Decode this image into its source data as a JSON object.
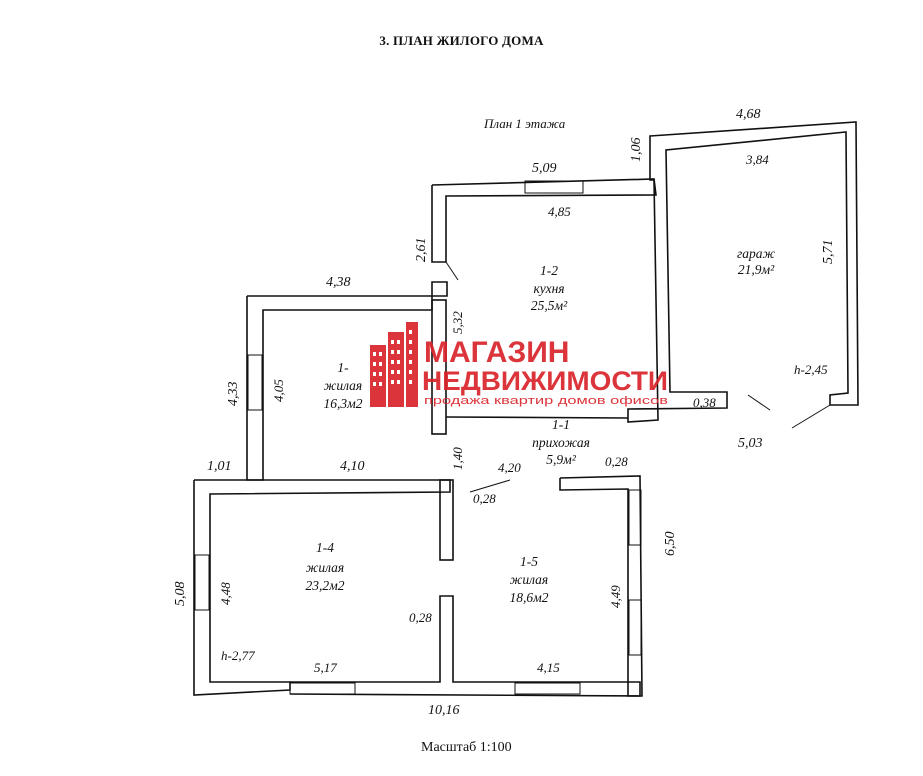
{
  "header": {
    "title": "3. ПЛАН ЖИЛОГО ДОМА",
    "floor": "План 1 этажа"
  },
  "rooms": [
    {
      "id": "1-1",
      "name": "прихожая",
      "area": "5,9м²"
    },
    {
      "id": "1-2",
      "name": "кухня",
      "area": "25,5м²"
    },
    {
      "id": "1-",
      "name": "жилая",
      "area": "16,3м2"
    },
    {
      "id": "1-4",
      "name": "жилая",
      "area": "23,2м2"
    },
    {
      "id": "1-5",
      "name": "жилая",
      "area": "18,6м2"
    },
    {
      "id": "",
      "name": "гараж",
      "area": "21,9м²"
    }
  ],
  "dimensions": {
    "garage_outer_top": "4,68",
    "garage_offset": "1,06",
    "garage_inner_top": "3,84",
    "garage_side": "5,71",
    "garage_height": "h-2,45",
    "garage_step": "0,38",
    "garage_bottom": "5,03",
    "kitchen_outer_top": "5,09",
    "kitchen_inner_top": "4,85",
    "kitchen_left": "2,61",
    "kitchen_partition": "5,32",
    "room13_top": "4,38",
    "room13_outer_left": "4,33",
    "room13_inner_left": "4,05",
    "room13_bottom": "4,10",
    "wall_offset": "1,01",
    "hall_width": "1,40",
    "hall_bottom": "4,20",
    "wall_thickness_a": "0,28",
    "wall_thickness_b": "0,28",
    "wall_thickness_c": "0,28",
    "right_side": "6,50",
    "room14_outer_left": "5,08",
    "room14_inner_left": "4,48",
    "room14_height": "h-2,77",
    "room14_bottom": "5,17",
    "room15_right": "4,49",
    "room15_bottom": "4,15",
    "total_bottom": "10,16"
  },
  "watermark": {
    "line1": "МАГАЗИН",
    "line2": "НЕДВИЖИМОСТИ",
    "line3": "продажа квартир домов офисов"
  },
  "footer": {
    "scale": "Масштаб 1:100"
  }
}
